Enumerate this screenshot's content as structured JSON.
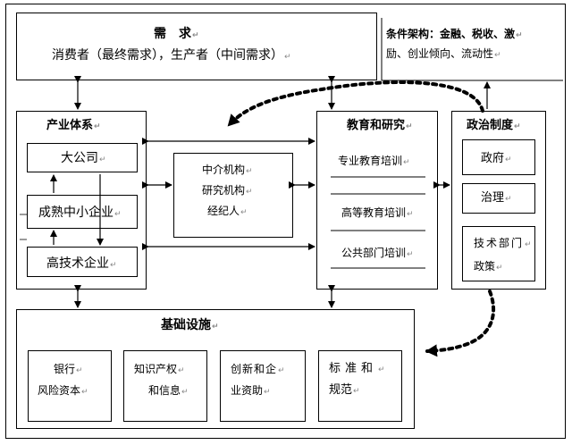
{
  "demand": {
    "title": "需　求",
    "subtitle": "消费者（最终需求），生产者（中间需求）"
  },
  "conditions": {
    "line1": "条件架构：金融、税收、激",
    "line2": "励、创业倾向、流动性"
  },
  "industry": {
    "title": "产业体系",
    "items": [
      "大公司",
      "成熟中小企业",
      "高技术企业"
    ]
  },
  "intermediary": {
    "items": [
      "中介机构",
      "研究机构",
      "经纪人"
    ]
  },
  "education": {
    "title": "教育和研究",
    "items": [
      "专业教育培训",
      "高等教育培训",
      "公共部门培训"
    ]
  },
  "politics": {
    "title": "政治制度",
    "items": [
      "政府",
      "治理"
    ],
    "policy_line1": "技术部门",
    "policy_line2": "政策"
  },
  "infrastructure": {
    "title": "基础设施",
    "items": [
      {
        "line1": "银行",
        "line2": "风险资本"
      },
      {
        "line1": "知识产权",
        "line2": "和信息"
      },
      {
        "line1": "创新和企",
        "line2": "业资助"
      },
      {
        "line1": "标准和",
        "line2": "规范"
      }
    ]
  },
  "para_mark": "↵"
}
